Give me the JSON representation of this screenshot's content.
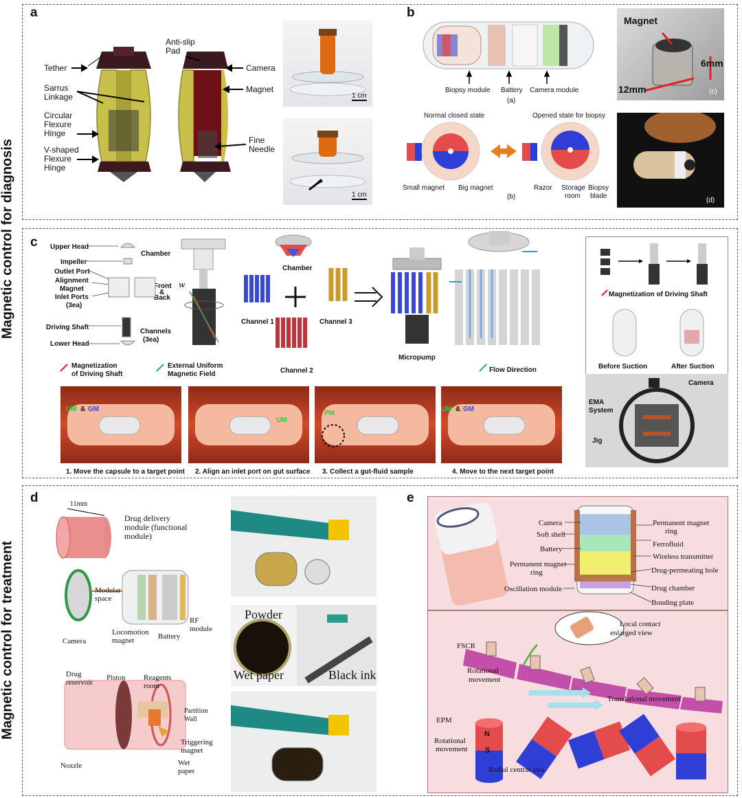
{
  "side_labels": {
    "top": "Magnetic control for diagnosis",
    "bottom": "Magnetic control for treatment"
  },
  "panels": {
    "a": {
      "letter": "a",
      "labels": [
        "Tether",
        "Sarrus",
        "Linkage",
        "Circular",
        "Flexure",
        "Hinge",
        "V-shaped",
        "Flexure",
        "Hinge",
        "Anti-slip",
        "Pad",
        "Camera",
        "Magnet",
        "Fine",
        "Needle"
      ],
      "scale": [
        "1 cm",
        "1 cm"
      ]
    },
    "b": {
      "letter": "b",
      "top": [
        "Biopsy module",
        "Battery",
        "Camera module"
      ],
      "sub_a": "(a)",
      "closed_title": "Normal closed state",
      "opened_title": "Opened state for biopsy",
      "bottom": [
        "Small magnet",
        "Big magnet",
        "Razor",
        "Storage",
        "room",
        "Biopsy",
        "blade"
      ],
      "sub_b": "(b)",
      "photo_c": {
        "magnet": "Magnet",
        "h": "6mm",
        "w": "12mm",
        "tag": "(c)"
      },
      "photo_d": {
        "tag": "(d)"
      }
    },
    "c": {
      "letter": "c",
      "parts": [
        "Upper Head",
        "Impeller",
        "Chamber",
        "Outlet Port",
        "Alignment",
        "Magnet",
        "Inlet Ports",
        "(3ea)",
        "Front",
        "&",
        "Back",
        "Driving Shaft",
        "Channels",
        "(3ea)",
        "Lower Head"
      ],
      "w": "w",
      "assembly": [
        "Chamber",
        "Channel 1",
        "Channel 3",
        "Channel 2",
        "Micropump"
      ],
      "legend": [
        "Magnetization",
        "of Driving Shaft",
        "External Uniform",
        "Magnetic Field",
        "Flow Direction"
      ],
      "steps": [
        "1. Move the capsule to a target point",
        "2. Align an inlet port on gut surface",
        "3. Collect a gut-fluid sample",
        "4. Move to the next target point"
      ],
      "step_tags": {
        "um": "UM",
        "amp": "&",
        "gm": "GM",
        "pm": "PM"
      },
      "right": [
        "Magnetization of Driving Shaft",
        "Before Suction",
        "After Suction",
        "Camera",
        "EMA",
        "System",
        "Jig"
      ]
    },
    "d": {
      "letter": "d",
      "dim": "11mm",
      "labels": [
        "Drug delivery",
        "module (functional",
        "module)",
        "Modular",
        "space",
        "Camera",
        "Locomotion",
        "magnet",
        "Battery",
        "RF",
        "module"
      ],
      "lower": [
        "Drug",
        "reservoir",
        "Piston",
        "Reagents",
        "room",
        "Partition",
        "Wall",
        "Triggering",
        "magnet",
        "Wet",
        "paper",
        "Nozzle"
      ],
      "photo": [
        "Powder",
        "Wet paper",
        "Black ink"
      ]
    },
    "e": {
      "letter": "e",
      "top": [
        "Camera",
        "Soft shell",
        "Battery",
        "Permanent magnet",
        "ring",
        "Oscillation module",
        "Permanent magnet",
        "ring",
        "Ferrofluid",
        "Wireless transmitter",
        "Drug-permeating hole",
        "Drug chamber",
        "Bonding plate"
      ],
      "bottom": [
        "Local contact",
        "enlarged view",
        "FSCR",
        "Rotational",
        "movement",
        "Translational movement",
        "EPM",
        "N",
        "S",
        "Rotational",
        "movement",
        "Radial central axis"
      ]
    }
  },
  "colors": {
    "dashed_border": "#555555",
    "gut": "#c0392b",
    "panel_e_bg": "#f7dde0",
    "magnet_red": "#e44b4b",
    "magnet_blue": "#2f3fd6"
  }
}
